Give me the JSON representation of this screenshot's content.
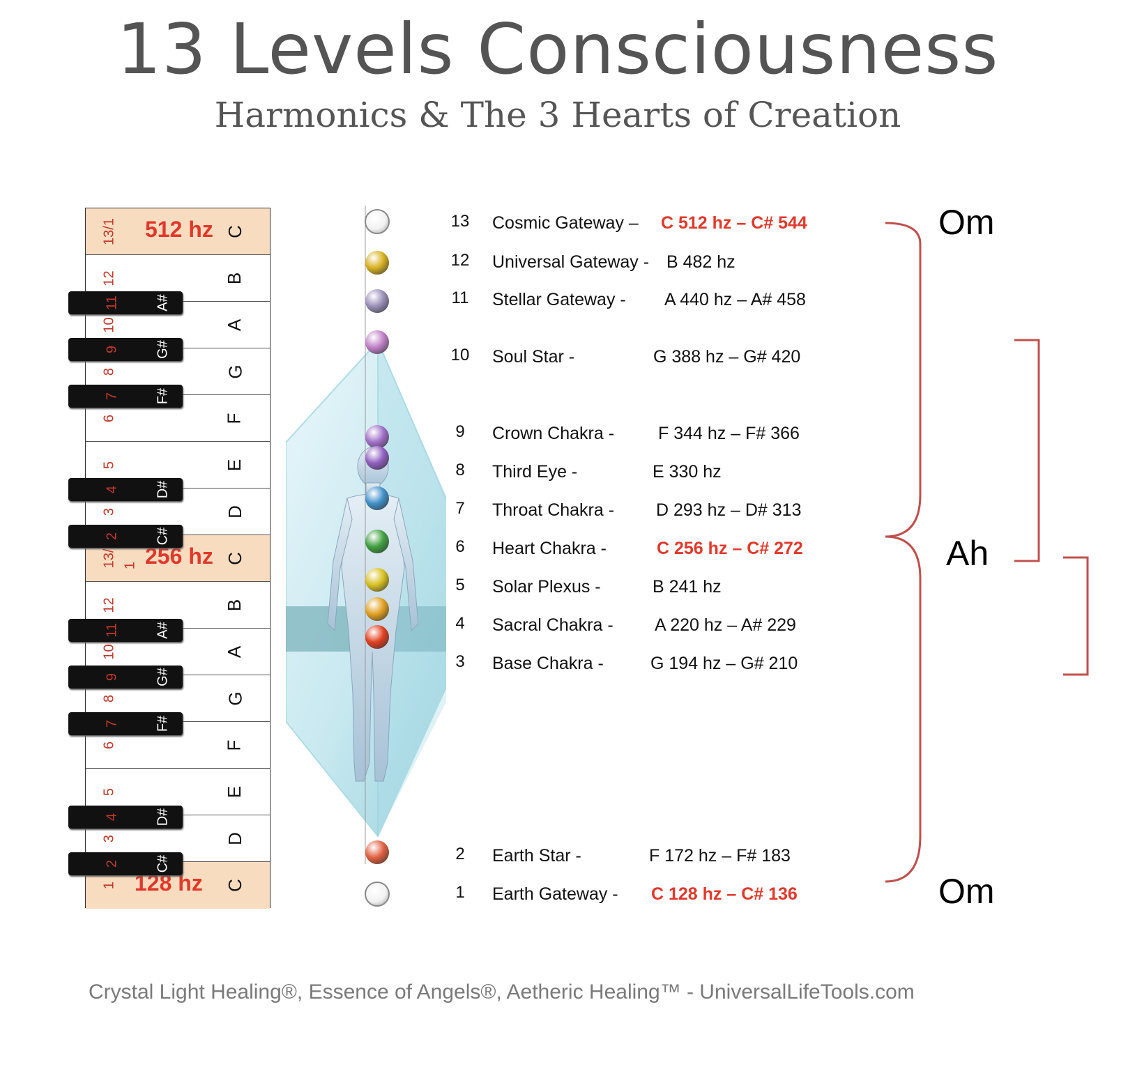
{
  "title": "13 Levels Consciousness",
  "subtitle": "Harmonics & The 3 Hearts of Creation",
  "keyboard": {
    "hz_labels": [
      "512 hz",
      "256 hz",
      "128 hz"
    ],
    "white_keys": [
      {
        "num": "13/1",
        "note": "C"
      },
      {
        "num": "12",
        "note": "B"
      },
      {
        "num": "10",
        "note": "A"
      },
      {
        "num": "8",
        "note": "G"
      },
      {
        "num": "6",
        "note": "F"
      },
      {
        "num": "5",
        "note": "E"
      },
      {
        "num": "3",
        "note": "D"
      },
      {
        "num": "13/",
        "num2": "1",
        "note": "C"
      },
      {
        "num": "12",
        "note": "B"
      },
      {
        "num": "10",
        "note": "A"
      },
      {
        "num": "8",
        "note": "G"
      },
      {
        "num": "6",
        "note": "F"
      },
      {
        "num": "5",
        "note": "E"
      },
      {
        "num": "3",
        "note": "D"
      },
      {
        "num": "1",
        "note": "C"
      }
    ],
    "black_keys": [
      {
        "num": "11",
        "note": "A#"
      },
      {
        "num": "9",
        "note": "G#"
      },
      {
        "num": "7",
        "note": "F#"
      },
      {
        "num": "4",
        "note": "D#"
      },
      {
        "num": "2",
        "note": "C#"
      },
      {
        "num": "11",
        "note": "A#"
      },
      {
        "num": "9",
        "note": "G#"
      },
      {
        "num": "7",
        "note": "F#"
      },
      {
        "num": "4",
        "note": "D#"
      },
      {
        "num": "2",
        "note": "C#"
      }
    ]
  },
  "levels": [
    {
      "num": "13",
      "name": "Cosmic Gateway –",
      "freq": "C 512 hz – C# 544",
      "highlight": true,
      "orb": "#e8e8e8"
    },
    {
      "num": "12",
      "name": "Universal Gateway -",
      "freq": "B 482 hz",
      "highlight": false,
      "orb": "#d8b020"
    },
    {
      "num": "11",
      "name": "Stellar Gateway -",
      "freq": "A 440 hz – A# 458",
      "highlight": false,
      "orb": "#9a8fb8"
    },
    {
      "num": "10",
      "name": "Soul Star -",
      "freq": "G 388 hz – G# 420",
      "highlight": false,
      "orb": "#c080c8"
    },
    {
      "num": "9",
      "name": "Crown Chakra -",
      "freq": "F 344 hz – F# 366",
      "highlight": false,
      "orb": "#a070c8"
    },
    {
      "num": "8",
      "name": "Third Eye -",
      "freq": "E 330 hz",
      "highlight": false,
      "orb": "#9060c0"
    },
    {
      "num": "7",
      "name": "Throat Chakra -",
      "freq": "D 293 hz – D# 313",
      "highlight": false,
      "orb": "#4090c8"
    },
    {
      "num": "6",
      "name": "Heart Chakra -",
      "freq": "C 256 hz – C# 272",
      "highlight": true,
      "orb": "#40a040"
    },
    {
      "num": "5",
      "name": "Solar Plexus -",
      "freq": "B 241 hz",
      "highlight": false,
      "orb": "#d8c020"
    },
    {
      "num": "4",
      "name": "Sacral Chakra -",
      "freq": "A 220 hz – A# 229",
      "highlight": false,
      "orb": "#e0a020"
    },
    {
      "num": "3",
      "name": "Base Chakra -",
      "freq": "G 194 hz – G# 210",
      "highlight": false,
      "orb": "#e04020"
    },
    {
      "num": "2",
      "name": "Earth Star  -",
      "freq": "F 172 hz – F# 183",
      "highlight": false,
      "orb": "#e06040"
    },
    {
      "num": "1",
      "name": "Earth Gateway -",
      "freq": "C 128 hz – C# 136",
      "highlight": true,
      "orb": "#e8e8e8"
    }
  ],
  "brackets": {
    "top": "Om",
    "middle": "Ah",
    "bottom": "Om"
  },
  "footer": "Crystal Light Healing®, Essence of Angels®, Aetheric Healing™ - UniversalLifeTools.com",
  "colors": {
    "accent": "#e0392b",
    "bracket": "#c0504d",
    "highlight_key": "#f8dcc0"
  }
}
